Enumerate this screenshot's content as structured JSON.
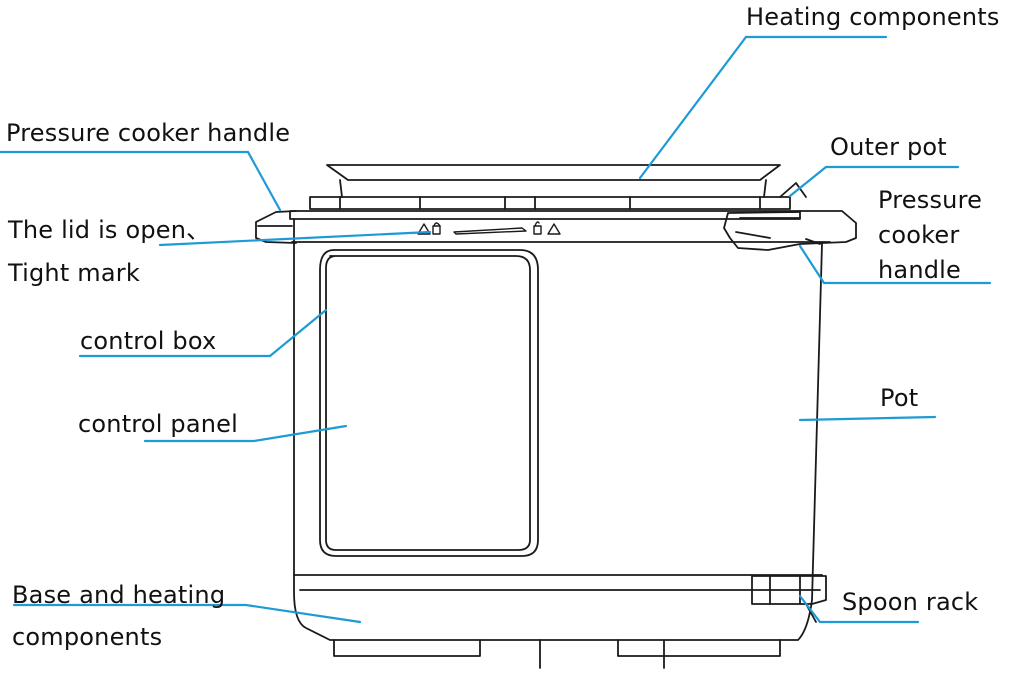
{
  "labels": {
    "heating_components": "Heating components",
    "pressure_cooker_handle_left": "Pressure cooker handle",
    "outer_pot": "Outer pot",
    "pressure_cooker_handle_right": [
      "Pressure",
      "cooker",
      "handle"
    ],
    "lid_open_tight_mark": [
      "The lid is open、",
      "Tight mark"
    ],
    "control_box": "control box",
    "control_panel": "control panel",
    "pot": "Pot",
    "base_and_heating_components": [
      "Base and heating",
      "components"
    ],
    "spoon_rack": "Spoon rack"
  },
  "colors": {
    "leader_line": "#1e9ad6",
    "outline": "#1a1a1a",
    "text": "#111111",
    "background": "#ffffff"
  }
}
